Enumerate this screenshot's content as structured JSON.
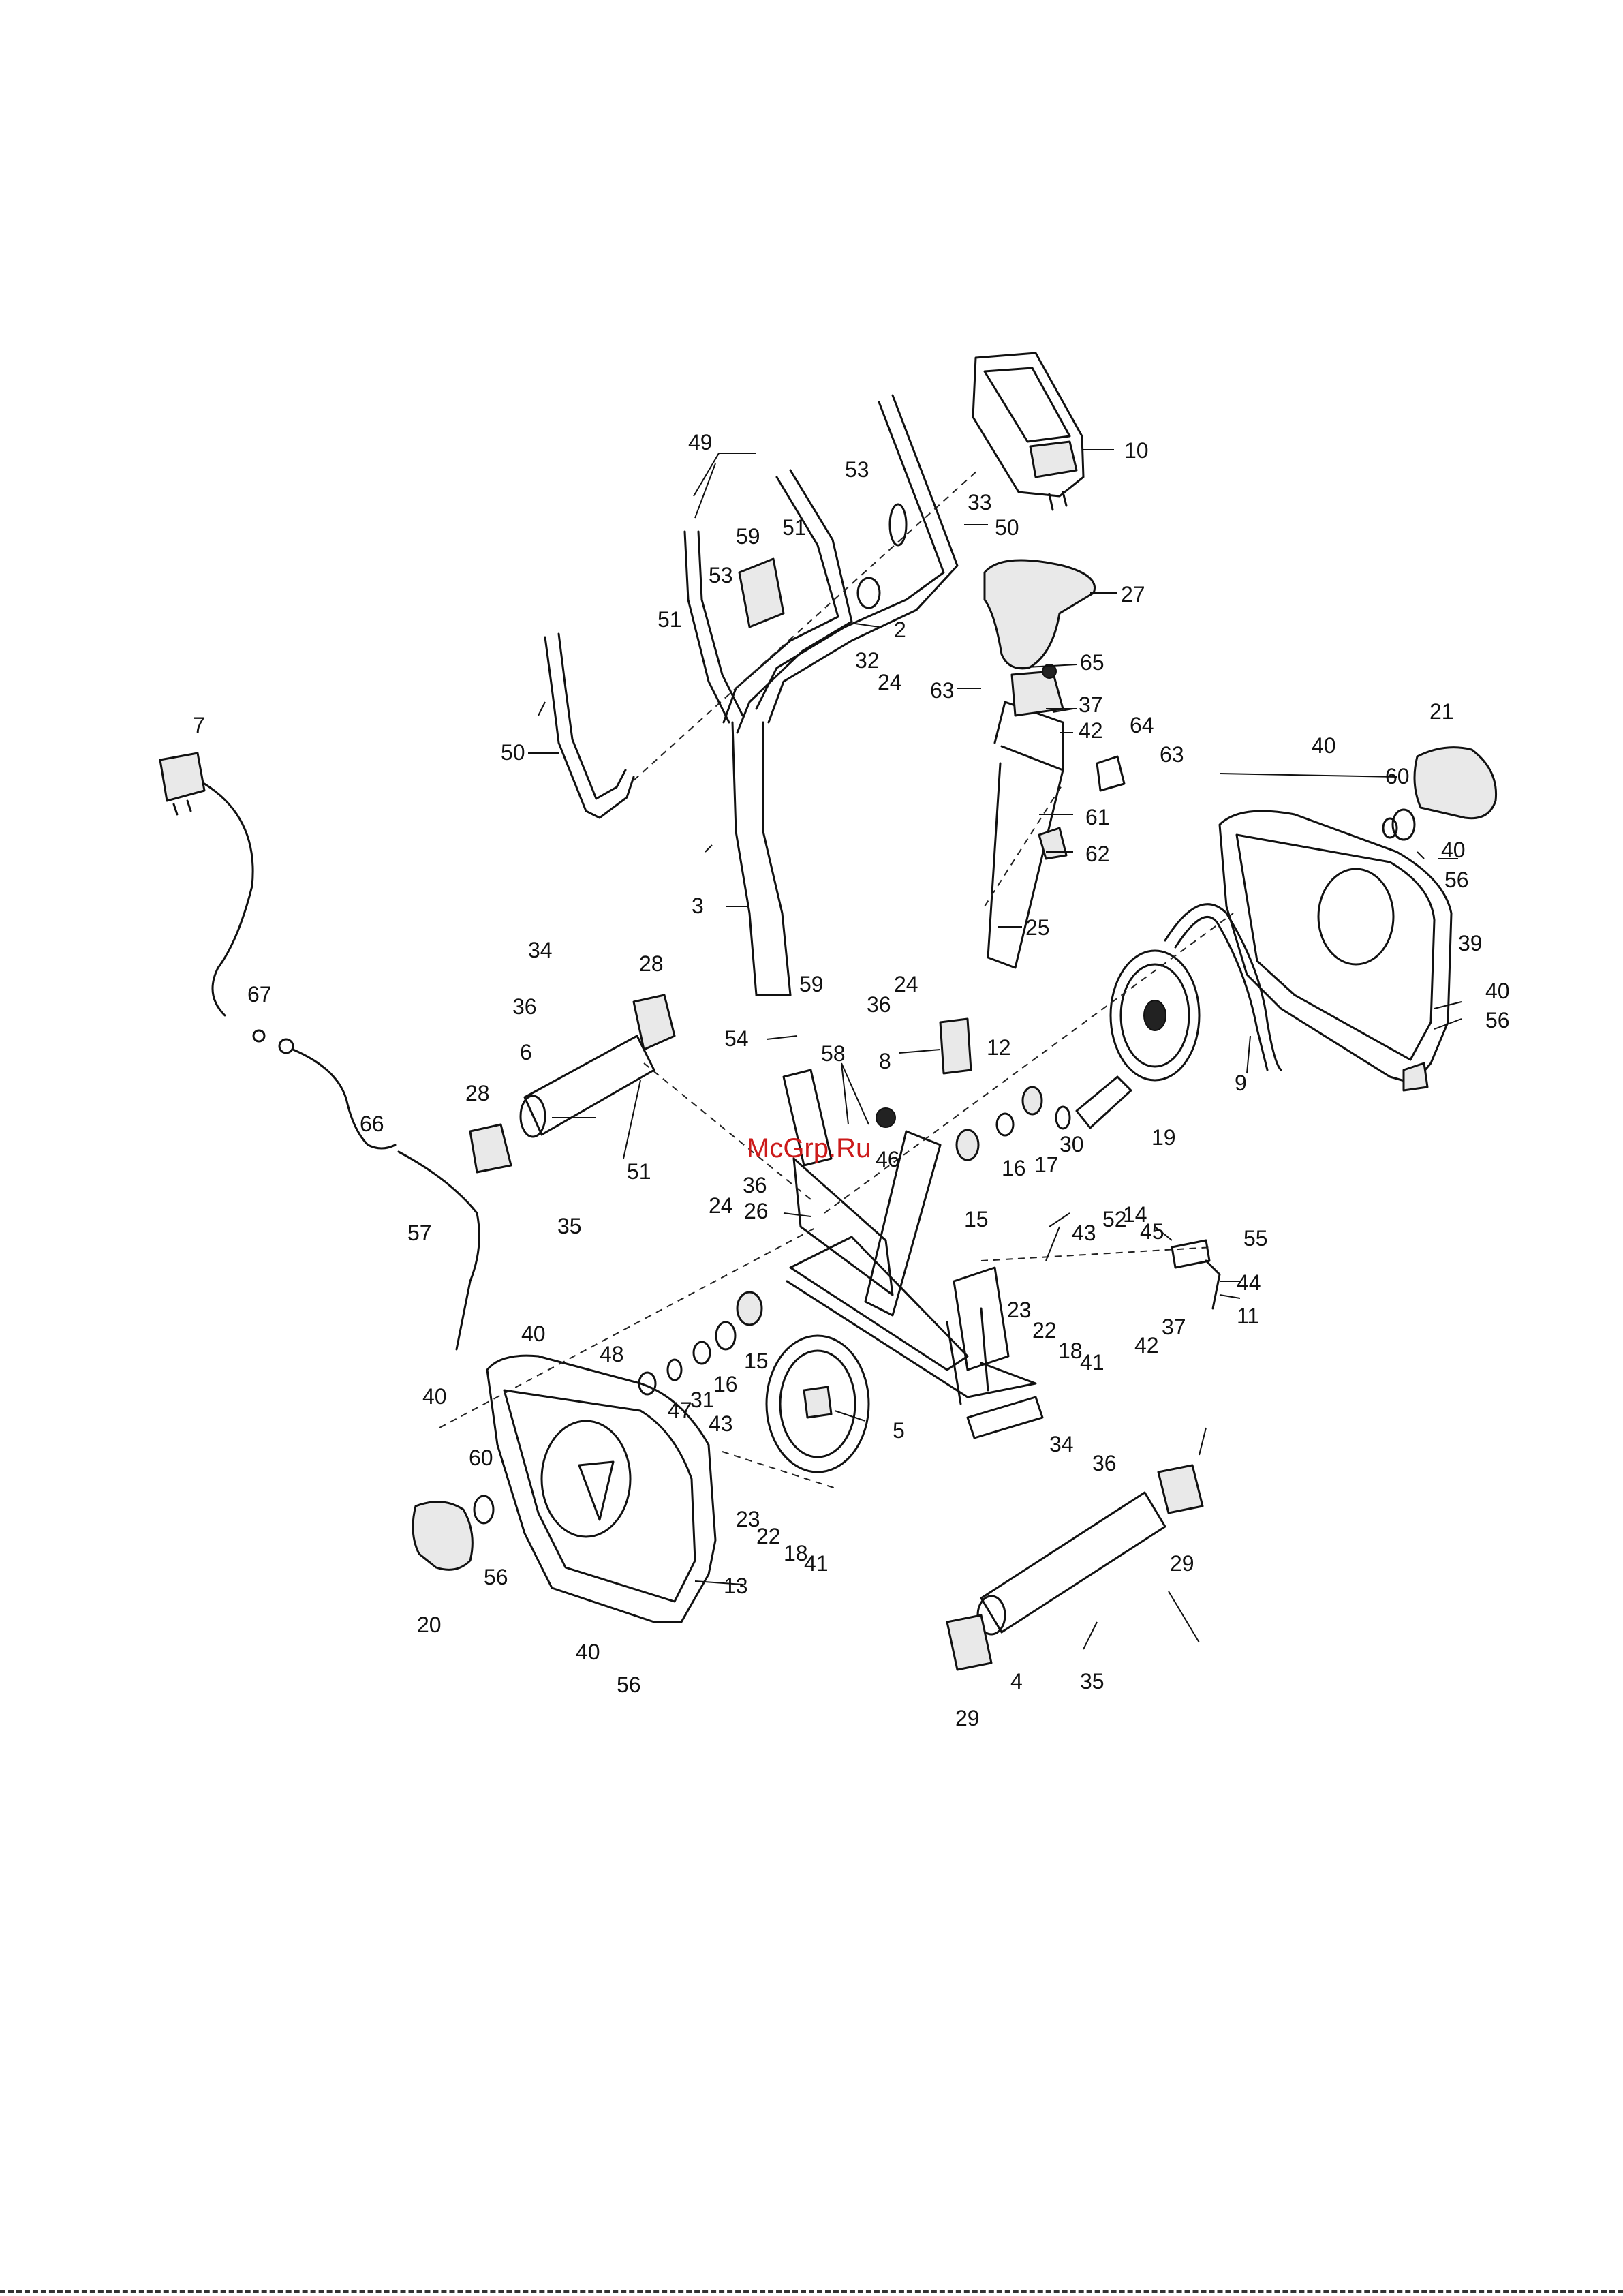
{
  "watermark": "McGrp.Ru",
  "labels": [
    {
      "id": "l-10",
      "text": "10"
    },
    {
      "id": "l-33",
      "text": "33"
    },
    {
      "id": "l-50a",
      "text": "50"
    },
    {
      "id": "l-53a",
      "text": "53"
    },
    {
      "id": "l-49",
      "text": "49"
    },
    {
      "id": "l-51a",
      "text": "51"
    },
    {
      "id": "l-59a",
      "text": "59"
    },
    {
      "id": "l-53b",
      "text": "53"
    },
    {
      "id": "l-51b",
      "text": "51"
    },
    {
      "id": "l-2",
      "text": "2"
    },
    {
      "id": "l-27",
      "text": "27"
    },
    {
      "id": "l-65",
      "text": "65"
    },
    {
      "id": "l-63a",
      "text": "63"
    },
    {
      "id": "l-37a",
      "text": "37"
    },
    {
      "id": "l-42a",
      "text": "42"
    },
    {
      "id": "l-32",
      "text": "32"
    },
    {
      "id": "l-24a",
      "text": "24"
    },
    {
      "id": "l-64",
      "text": "64"
    },
    {
      "id": "l-63b",
      "text": "63"
    },
    {
      "id": "l-7",
      "text": "7"
    },
    {
      "id": "l-50b",
      "text": "50"
    },
    {
      "id": "l-61",
      "text": "61"
    },
    {
      "id": "l-62",
      "text": "62"
    },
    {
      "id": "l-21",
      "text": "21"
    },
    {
      "id": "l-40a",
      "text": "40"
    },
    {
      "id": "l-60a",
      "text": "60"
    },
    {
      "id": "l-40b",
      "text": "40"
    },
    {
      "id": "l-56a",
      "text": "56"
    },
    {
      "id": "l-3",
      "text": "3"
    },
    {
      "id": "l-25",
      "text": "25"
    },
    {
      "id": "l-39",
      "text": "39"
    },
    {
      "id": "l-34a",
      "text": "34"
    },
    {
      "id": "l-28a",
      "text": "28"
    },
    {
      "id": "l-67",
      "text": "67"
    },
    {
      "id": "l-36a",
      "text": "36"
    },
    {
      "id": "l-59b",
      "text": "59"
    },
    {
      "id": "l-24b",
      "text": "24"
    },
    {
      "id": "l-36b",
      "text": "36"
    },
    {
      "id": "l-12",
      "text": "12"
    },
    {
      "id": "l-40c",
      "text": "40"
    },
    {
      "id": "l-56b",
      "text": "56"
    },
    {
      "id": "l-54",
      "text": "54"
    },
    {
      "id": "l-58",
      "text": "58"
    },
    {
      "id": "l-6",
      "text": "6"
    },
    {
      "id": "l-8",
      "text": "8"
    },
    {
      "id": "l-9",
      "text": "9"
    },
    {
      "id": "l-28b",
      "text": "28"
    },
    {
      "id": "l-66",
      "text": "66"
    },
    {
      "id": "l-46",
      "text": "46"
    },
    {
      "id": "l-30",
      "text": "30"
    },
    {
      "id": "l-17a",
      "text": "17"
    },
    {
      "id": "l-19",
      "text": "19"
    },
    {
      "id": "l-51c",
      "text": "51"
    },
    {
      "id": "l-16a",
      "text": "16"
    },
    {
      "id": "l-36c",
      "text": "36"
    },
    {
      "id": "l-15a",
      "text": "15"
    },
    {
      "id": "l-24c",
      "text": "24"
    },
    {
      "id": "l-57",
      "text": "57"
    },
    {
      "id": "l-35a",
      "text": "35"
    },
    {
      "id": "l-26",
      "text": "26"
    },
    {
      "id": "l-45",
      "text": "45"
    },
    {
      "id": "l-43a",
      "text": "43"
    },
    {
      "id": "l-52",
      "text": "52"
    },
    {
      "id": "l-14",
      "text": "14"
    },
    {
      "id": "l-55",
      "text": "55"
    },
    {
      "id": "l-23a",
      "text": "23"
    },
    {
      "id": "l-44",
      "text": "44"
    },
    {
      "id": "l-22a",
      "text": "22"
    },
    {
      "id": "l-37b",
      "text": "37"
    },
    {
      "id": "l-11",
      "text": "11"
    },
    {
      "id": "l-18a",
      "text": "18"
    },
    {
      "id": "l-42b",
      "text": "42"
    },
    {
      "id": "l-41a",
      "text": "41"
    },
    {
      "id": "l-40d",
      "text": "40"
    },
    {
      "id": "l-48",
      "text": "48"
    },
    {
      "id": "l-47",
      "text": "47"
    },
    {
      "id": "l-31",
      "text": "31"
    },
    {
      "id": "l-16b",
      "text": "16"
    },
    {
      "id": "l-15b",
      "text": "15"
    },
    {
      "id": "l-40e",
      "text": "40"
    },
    {
      "id": "l-5",
      "text": "5"
    },
    {
      "id": "l-43b",
      "text": "43"
    },
    {
      "id": "l-60b",
      "text": "60"
    },
    {
      "id": "l-34b",
      "text": "34"
    },
    {
      "id": "l-36d",
      "text": "36"
    },
    {
      "id": "l-23b",
      "text": "23"
    },
    {
      "id": "l-22b",
      "text": "22"
    },
    {
      "id": "l-18b",
      "text": "18"
    },
    {
      "id": "l-41b",
      "text": "41"
    },
    {
      "id": "l-56c",
      "text": "56"
    },
    {
      "id": "l-13",
      "text": "13"
    },
    {
      "id": "l-29a",
      "text": "29"
    },
    {
      "id": "l-20",
      "text": "20"
    },
    {
      "id": "l-40f",
      "text": "40"
    },
    {
      "id": "l-56d",
      "text": "56"
    },
    {
      "id": "l-4",
      "text": "4"
    },
    {
      "id": "l-35b",
      "text": "35"
    },
    {
      "id": "l-29b",
      "text": "29"
    }
  ]
}
